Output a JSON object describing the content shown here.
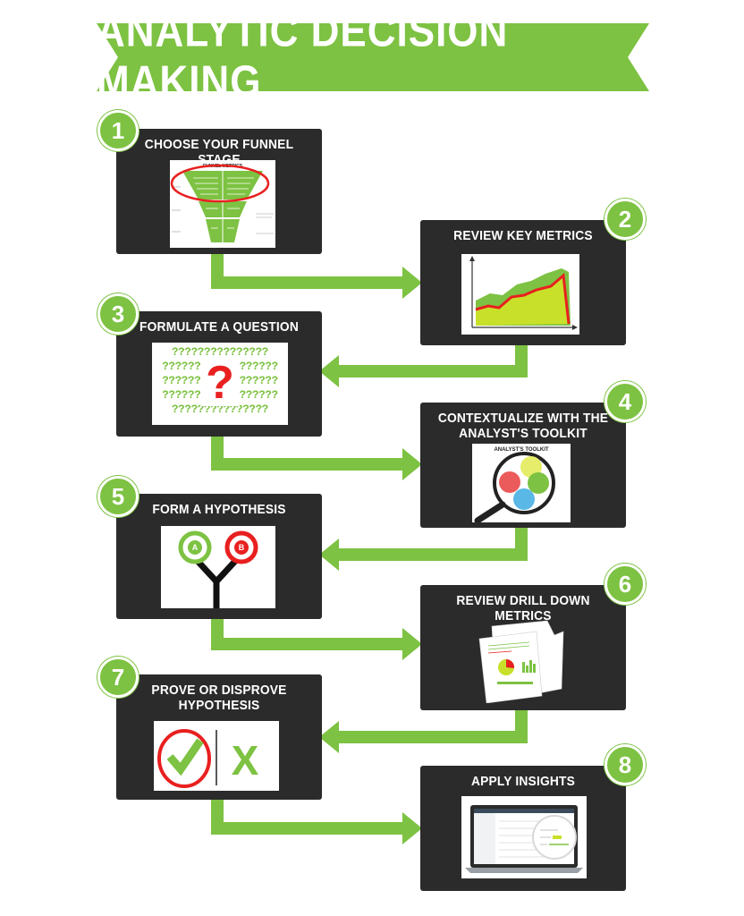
{
  "title": "ANALYTIC DECISION MAKING",
  "colors": {
    "green": "#7dc242",
    "dark": "#2b2b2b",
    "red": "#e8201f",
    "yellow": "#c9e02a"
  },
  "steps": [
    {
      "num": "1",
      "title": "CHOOSE YOUR FUNNEL STAGE",
      "image_icon": "funnel-metrics-chart-icon",
      "image_caption": "FUNNEL METRICS"
    },
    {
      "num": "2",
      "title": "REVIEW KEY METRICS",
      "image_icon": "line-area-chart-icon"
    },
    {
      "num": "3",
      "title": "FORMULATE A QUESTION",
      "image_icon": "question-marks-icon",
      "question_rows": [
        "???????????????",
        "??????      ??????",
        "??????      ??????",
        "??????      ??????",
        "???????????????"
      ],
      "big_question": "?"
    },
    {
      "num": "4",
      "title": "CONTEXTUALIZE WITH THE ANALYST'S TOOLKIT",
      "image_icon": "magnifier-toolkit-icon",
      "image_caption": "ANALYST'S TOOLKIT"
    },
    {
      "num": "5",
      "title": "FORM A HYPOTHESIS",
      "image_icon": "fork-choice-icon",
      "option_a": "A",
      "option_b": "B"
    },
    {
      "num": "6",
      "title": "REVIEW DRILL DOWN METRICS",
      "image_icon": "report-pages-icon"
    },
    {
      "num": "7",
      "title": "PROVE OR DISPROVE HYPOTHESIS",
      "image_icon": "check-or-x-icon",
      "disprove_mark": "X"
    },
    {
      "num": "8",
      "title": "APPLY INSIGHTS",
      "image_icon": "laptop-insight-icon"
    }
  ]
}
